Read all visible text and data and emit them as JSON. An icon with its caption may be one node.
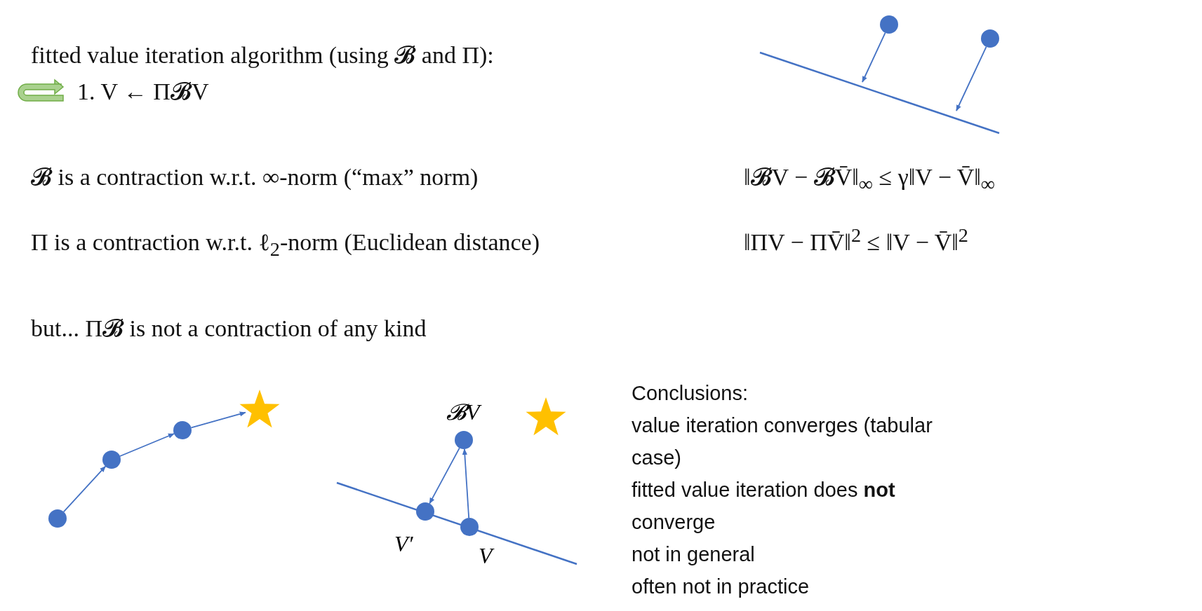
{
  "diagram": {
    "nodes": [
      {
        "text": [],
        "shape": "circle"
      },
      {
        "text": [],
        "shape": "circle"
      },
      {
        "text": [],
        "shape": "circle"
      },
      {
        "text": [],
        "shape": "circle"
      },
      {
        "text": [],
        "shape": "circle"
      },
      {
        "text": [],
        "shape": "star"
      },
      {
        "text": [],
        "shape": "circle",
        "beside": [
          "𝓑V"
        ]
      },
      {
        "text": [],
        "shape": "star"
      },
      {
        "text": [],
        "shape": "circle",
        "beside": [
          "V′"
        ]
      },
      {
        "text": [],
        "shape": "circle",
        "beside": [
          "V"
        ]
      }
    ],
    "edges": [
      {
        "from": 0,
        "to": null,
        "arrow": "to"
      },
      {
        "from": 1,
        "to": null,
        "arrow": "to"
      },
      {
        "from": 2,
        "to": 3,
        "arrow": "to"
      },
      {
        "from": 3,
        "to": 4,
        "arrow": "to"
      },
      {
        "from": 4,
        "to": 5,
        "arrow": "to"
      },
      {
        "from": 9,
        "to": 6,
        "arrow": "to"
      },
      {
        "from": 6,
        "to": 8,
        "arrow": "to"
      }
    ],
    "labels": [
      "fitted value iteration algorithm (using 𝓑 and Π):",
      "1. V ← Π𝓑V",
      "𝓑 is a contraction w.r.t. ∞-norm (“max” norm)",
      "‖𝓑V − 𝓑V̄‖$_{∞}$ ≤ γ‖V − V̄‖$_{∞}$",
      "Π is a contraction w.r.t. ℓ$_{2}$-norm (Euclidean distance)",
      "‖ΠV − ΠV̄‖$^{2}$ ≤ ‖V − V̄‖$^{2}$",
      "but... Π𝓑 is not a contraction of any kind",
      "Conclusions:",
      "value iteration converges (tabular case)",
      "fitted value iteration does **not** converge",
      "not in general",
      "often not in practice"
    ]
  }
}
